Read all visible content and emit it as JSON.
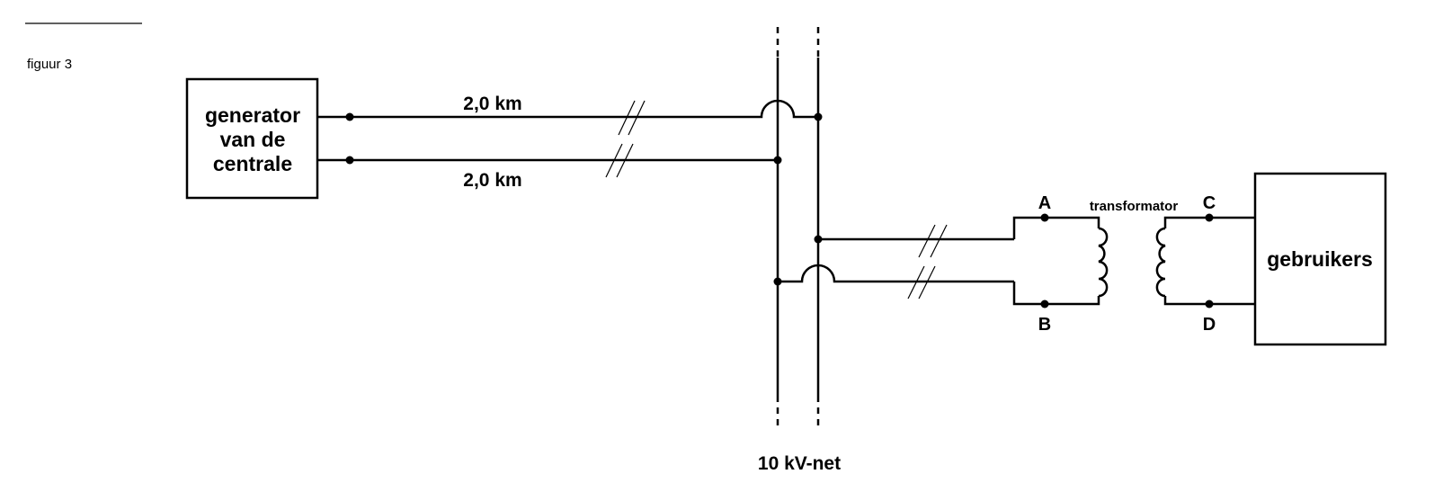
{
  "figure_label": "figuur 3",
  "generator": {
    "lines": [
      "generator",
      "van de",
      "centrale"
    ]
  },
  "cables": {
    "top_length": "2,0 km",
    "bottom_length": "2,0 km"
  },
  "network_label": "10 kV-net",
  "transformer": {
    "label": "transformator",
    "terminals": {
      "A": "A",
      "B": "B",
      "C": "C",
      "D": "D"
    }
  },
  "users_label": "gebruikers"
}
